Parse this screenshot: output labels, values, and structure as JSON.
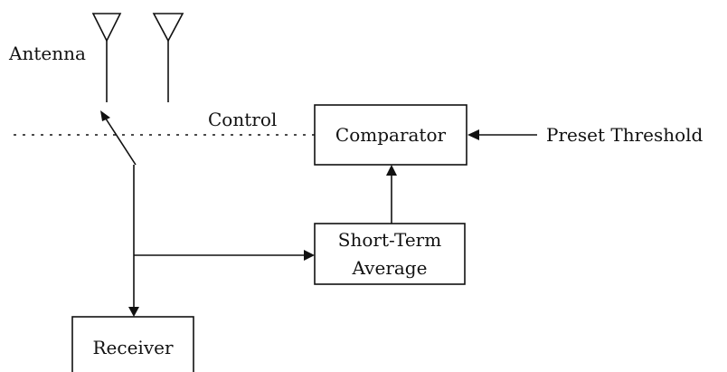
{
  "labels": {
    "antenna": "Antenna",
    "control": "Control",
    "comparator": "Comparator",
    "preset_threshold": "Preset Threshold",
    "short_term_line1": "Short-Term",
    "short_term_line2": "Average",
    "receiver": "Receiver"
  },
  "colors": {
    "ink": "#111111",
    "background": "#ffffff"
  },
  "icons": {
    "antenna": "antenna-icon"
  }
}
